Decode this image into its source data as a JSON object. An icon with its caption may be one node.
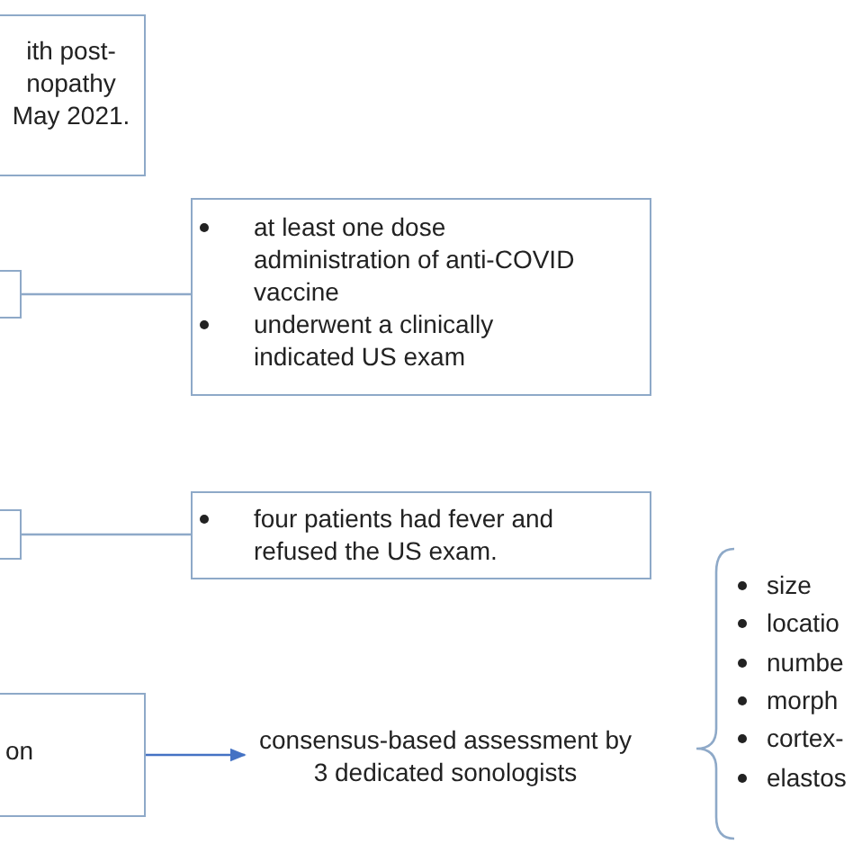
{
  "diagram": {
    "nodes": [
      {
        "text": [
          "ith post- nopathy May 2021."
        ]
      },
      {
        "text": [],
        "shape": "box"
      },
      {
        "text": [
          "at least one dose administration of anti-COVID vaccine",
          "underwent a clinically indicated US exam"
        ]
      },
      {
        "text": [],
        "shape": "box"
      },
      {
        "text": [
          "four patients had fever and refused the US exam."
        ]
      },
      {
        "text": [
          "on"
        ]
      },
      {
        "text": [
          "consensus-based assessment by 3 dedicated sonologists"
        ]
      }
    ],
    "edges": [
      {
        "from": 1,
        "to": 2,
        "arrow": "none"
      },
      {
        "from": 3,
        "to": 4,
        "arrow": "none"
      },
      {
        "from": 5,
        "to": 6,
        "arrow": "to"
      }
    ],
    "labels": [
      "size",
      "locatio",
      "numbe",
      "morph",
      "cortex-",
      "elastos"
    ]
  }
}
